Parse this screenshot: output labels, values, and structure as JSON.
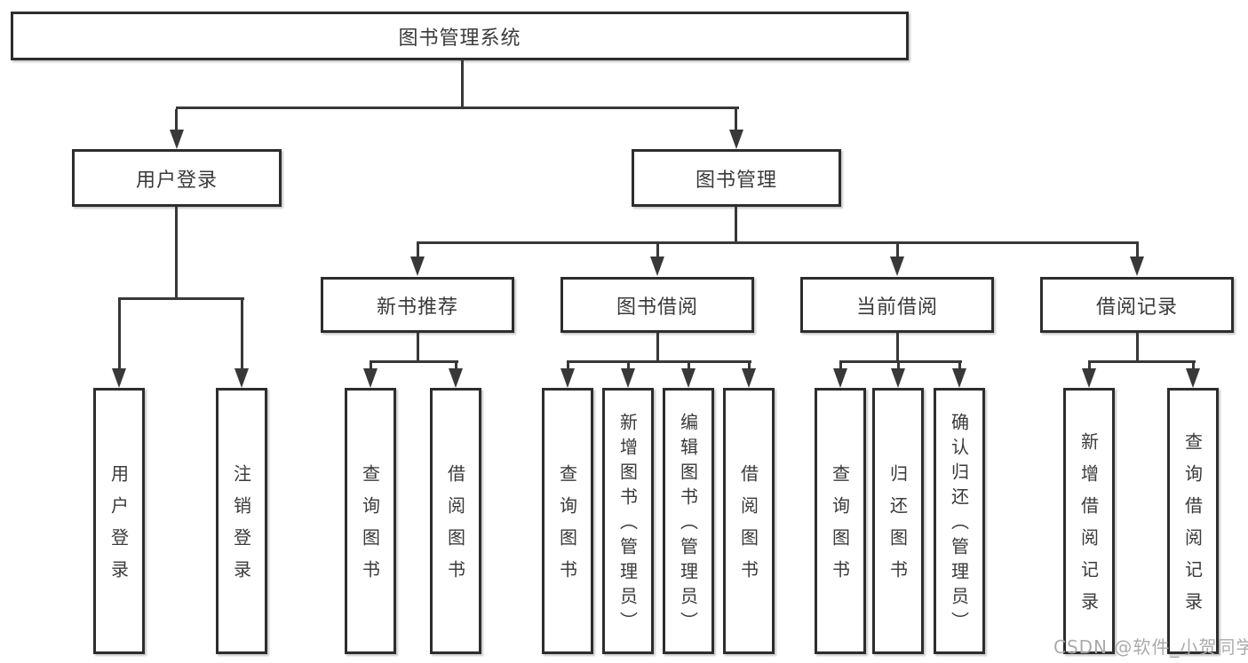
{
  "diagram": {
    "root": {
      "label": "图书管理系统"
    },
    "branches": [
      {
        "label": "用户登录",
        "children": [
          {
            "label": "用户登录"
          },
          {
            "label": "注销登录"
          }
        ]
      },
      {
        "label": "图书管理",
        "children": [
          {
            "label": "新书推荐",
            "children": [
              {
                "label": "查询图书"
              },
              {
                "label": "借阅图书"
              }
            ]
          },
          {
            "label": "图书借阅",
            "children": [
              {
                "label": "查询图书"
              },
              {
                "label": "新增图书（管理员）"
              },
              {
                "label": "编辑图书（管理员）"
              },
              {
                "label": "借阅图书"
              }
            ]
          },
          {
            "label": "当前借阅",
            "children": [
              {
                "label": "查询图书"
              },
              {
                "label": "归还图书"
              },
              {
                "label": "确认归还（管理员）"
              }
            ]
          },
          {
            "label": "借阅记录",
            "children": [
              {
                "label": "新增借阅记录"
              },
              {
                "label": "查询借阅记录"
              }
            ]
          }
        ]
      }
    ],
    "watermark": "CSDN @软件_小贺同学",
    "colors": {
      "line": "#383838",
      "box_border": "#2d2d2d",
      "box_fill": "#ffffff",
      "text": "#3a3a3a",
      "watermark": "#ababab",
      "background": "#ffffff"
    }
  }
}
